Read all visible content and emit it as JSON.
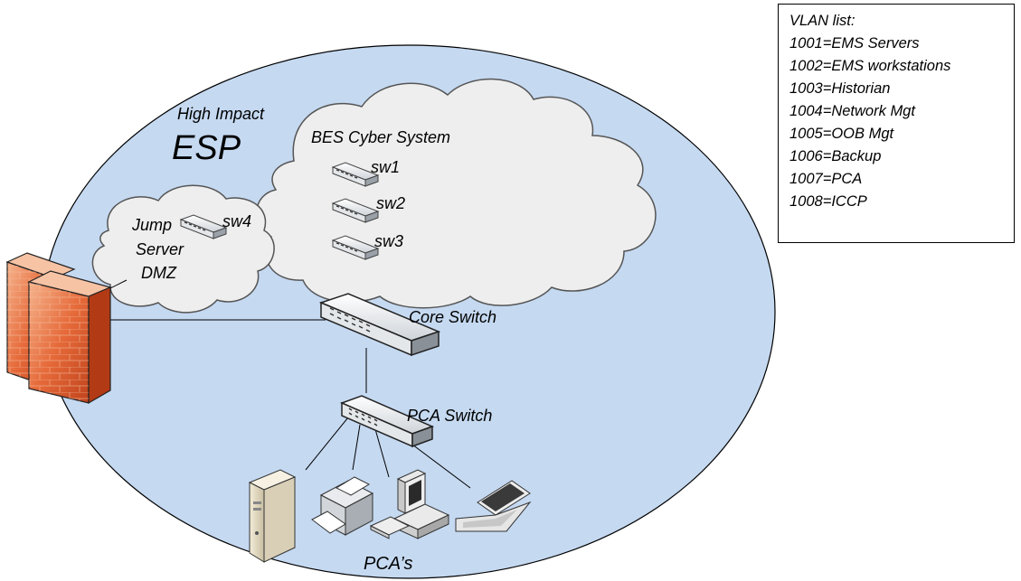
{
  "esp": {
    "title_small": "High Impact",
    "title_large": "ESP"
  },
  "clouds": {
    "bes": {
      "label": "BES Cyber System"
    },
    "dmz": {
      "label_line1": "Jump",
      "label_line2": "Server",
      "label_line3": "DMZ"
    }
  },
  "switches": {
    "sw1": "sw1",
    "sw2": "sw2",
    "sw3": "sw3",
    "sw4": "sw4",
    "core": "Core Switch",
    "pca": "PCA Switch"
  },
  "pcas": {
    "label": "PCA’s"
  },
  "vlan_list": {
    "title": "VLAN list:",
    "items": [
      "1001=EMS Servers",
      "1002=EMS workstations",
      "1003=Historian",
      "1004=Network Mgt",
      "1005=OOB Mgt",
      "1006=Backup",
      "1007=PCA",
      "1008=ICCP"
    ]
  },
  "colors": {
    "esp_fill": "#c5d9f1",
    "cloud_fill": "#eeeeee",
    "firewall_red": "#d8562a",
    "firewall_light": "#f3a77e"
  }
}
